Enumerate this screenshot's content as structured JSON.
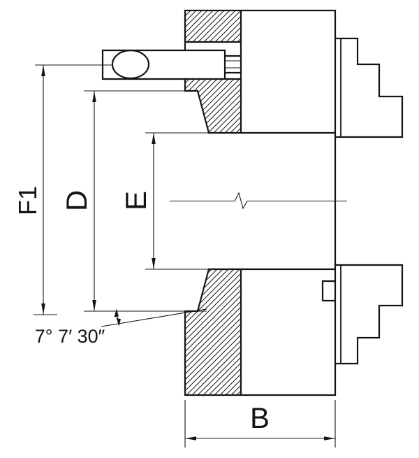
{
  "drawing": {
    "labels": {
      "f1": "F1",
      "d": "D",
      "e": "E",
      "b": "B",
      "taper_angle": "7° 7′ 30″"
    },
    "colors": {
      "line": "#141414",
      "background": "#ffffff"
    }
  }
}
